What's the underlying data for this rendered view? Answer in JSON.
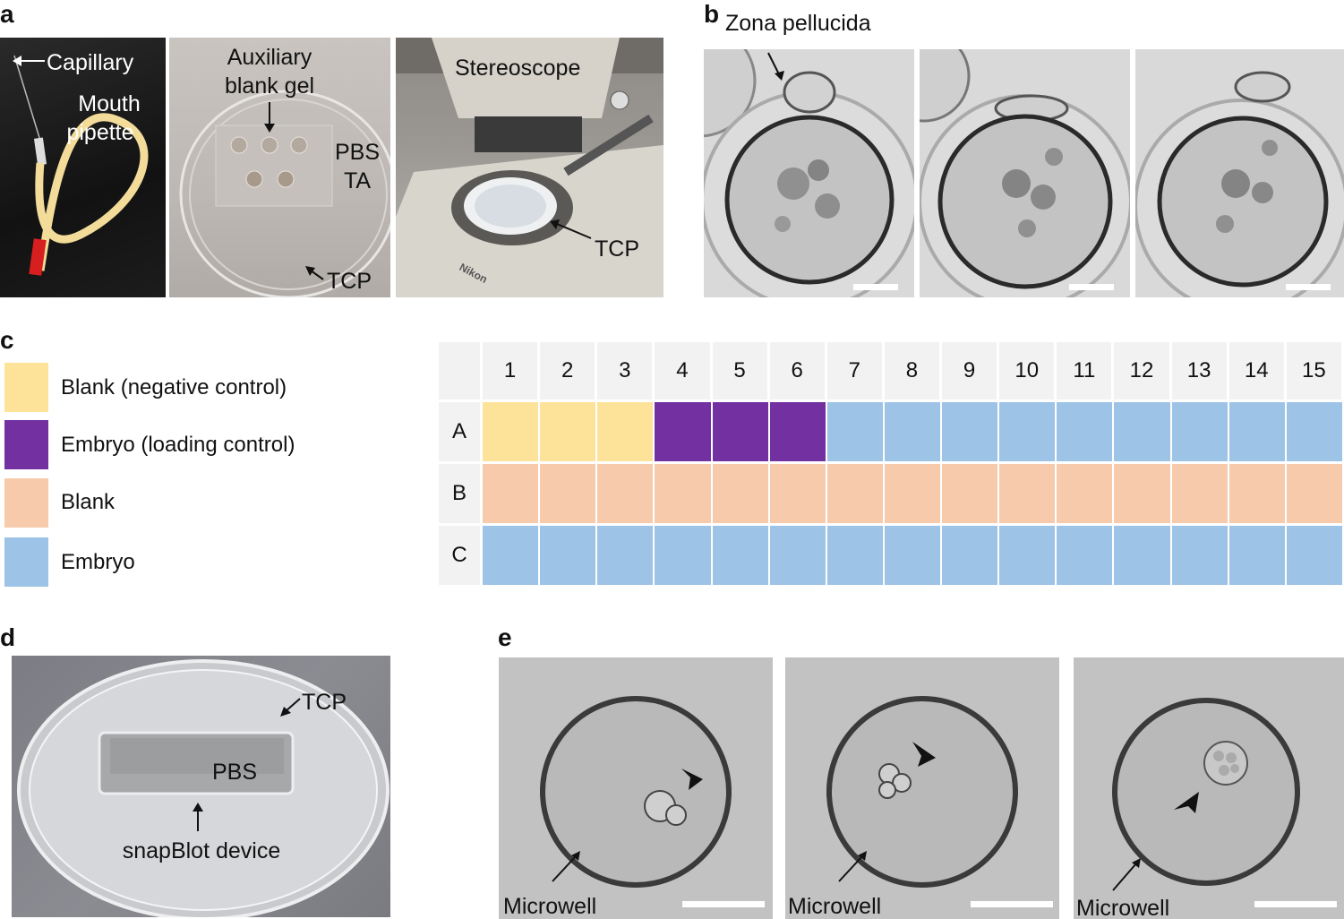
{
  "panels": {
    "a": {
      "label": "a",
      "photo1": {
        "capillary": "Capillary",
        "mouth": "Mouth",
        "pipette": "pipette"
      },
      "photo2": {
        "aux1": "Auxiliary",
        "aux2": "blank gel",
        "pbs": "PBS",
        "ta": "TA",
        "tcp": "TCP"
      },
      "photo3": {
        "stereoscope": "Stereoscope",
        "tcp": "TCP",
        "brand": "Nikon"
      }
    },
    "b": {
      "label": "b",
      "zona": "Zona pellucida"
    },
    "c": {
      "label": "c",
      "legend": [
        {
          "label": "Blank (negative control)",
          "color": "#fde399"
        },
        {
          "label": "Embryo (loading control)",
          "color": "#7230a0"
        },
        {
          "label": "Blank",
          "color": "#f7caac"
        },
        {
          "label": "Embryo",
          "color": "#9dc3e6"
        }
      ],
      "grid": {
        "columns": [
          "1",
          "2",
          "3",
          "4",
          "5",
          "6",
          "7",
          "8",
          "9",
          "10",
          "11",
          "12",
          "13",
          "14",
          "15"
        ],
        "rows": [
          {
            "label": "A",
            "cells": [
              0,
              0,
              0,
              1,
              1,
              1,
              3,
              3,
              3,
              3,
              3,
              3,
              3,
              3,
              3
            ]
          },
          {
            "label": "B",
            "cells": [
              2,
              2,
              2,
              2,
              2,
              2,
              2,
              2,
              2,
              2,
              2,
              2,
              2,
              2,
              2
            ]
          },
          {
            "label": "C",
            "cells": [
              3,
              3,
              3,
              3,
              3,
              3,
              3,
              3,
              3,
              3,
              3,
              3,
              3,
              3,
              3
            ]
          }
        ]
      }
    },
    "d": {
      "label": "d",
      "tcp": "TCP",
      "pbs": "PBS",
      "device": "snapBlot device"
    },
    "e": {
      "label": "e",
      "microwell": "Microwell"
    }
  }
}
